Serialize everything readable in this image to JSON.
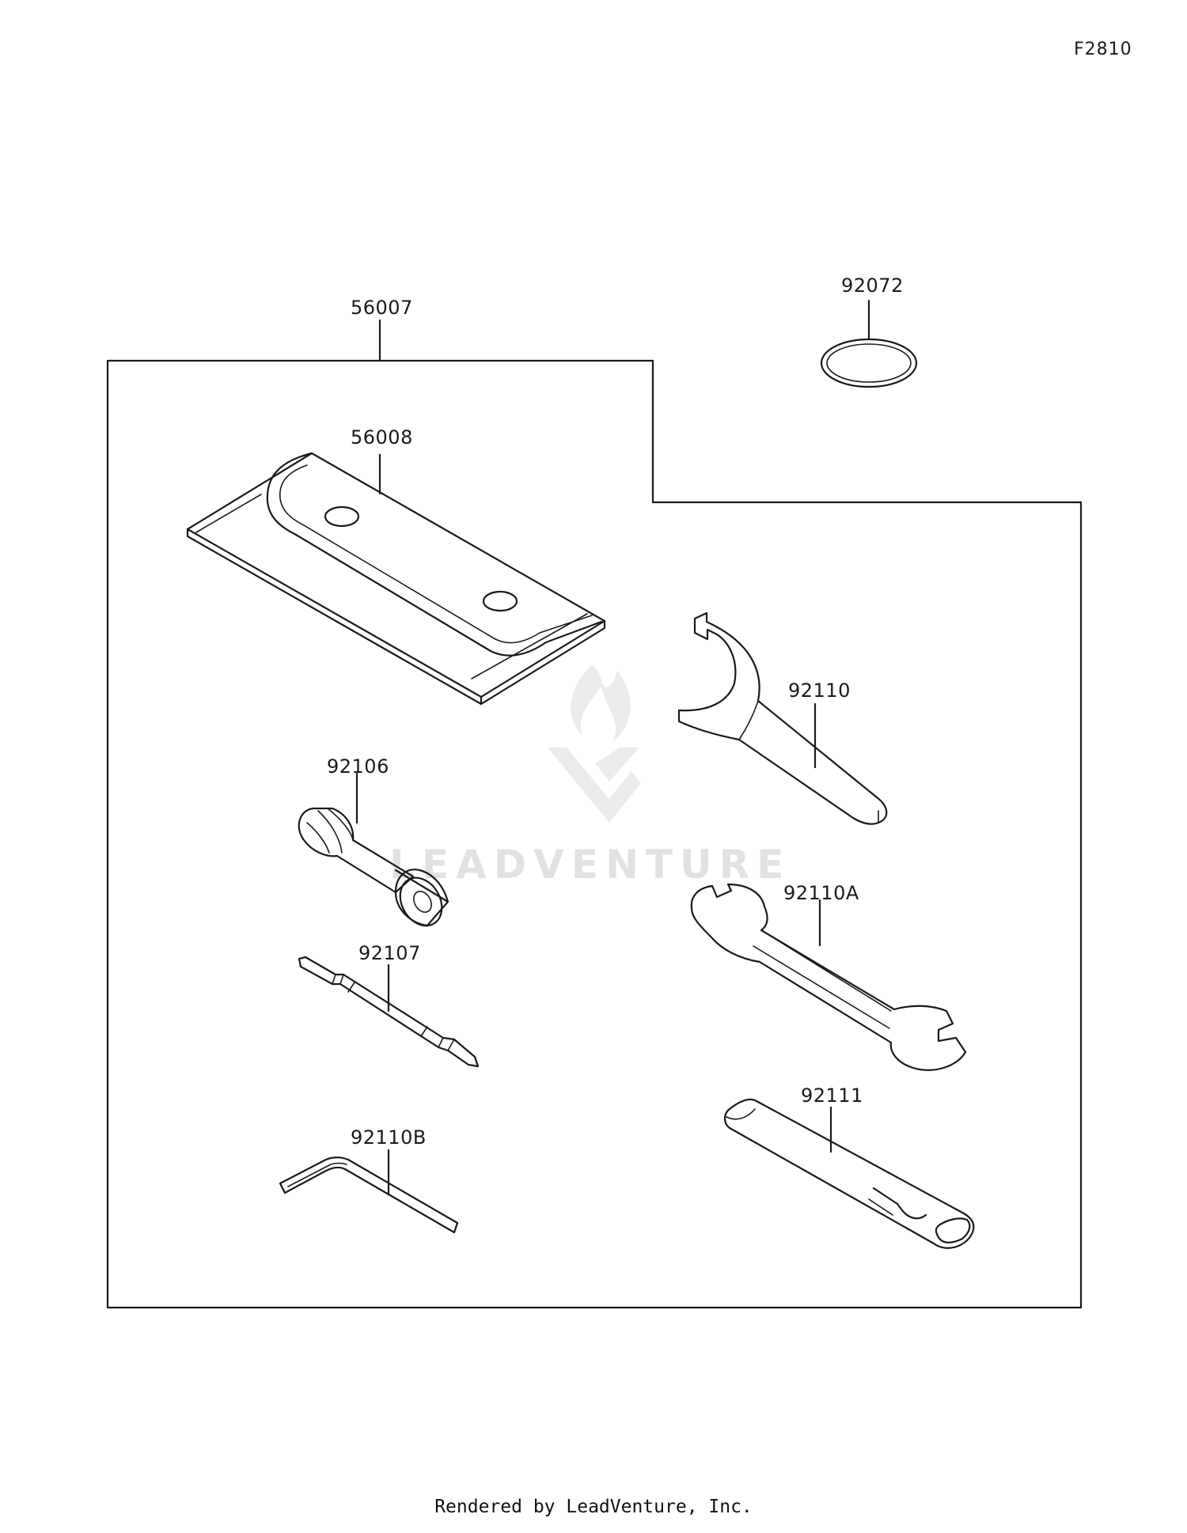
{
  "diagram": {
    "code": "F2810",
    "footer": "Rendered by LeadVenture, Inc.",
    "watermark": "LEADVENTURE",
    "parts": [
      {
        "id": "56007",
        "label": "56007"
      },
      {
        "id": "92072",
        "label": "92072"
      },
      {
        "id": "56008",
        "label": "56008"
      },
      {
        "id": "92110",
        "label": "92110"
      },
      {
        "id": "92106",
        "label": "92106"
      },
      {
        "id": "92110A",
        "label": "92110A"
      },
      {
        "id": "92107",
        "label": "92107"
      },
      {
        "id": "92111",
        "label": "92111"
      },
      {
        "id": "92110B",
        "label": "92110B"
      }
    ]
  }
}
